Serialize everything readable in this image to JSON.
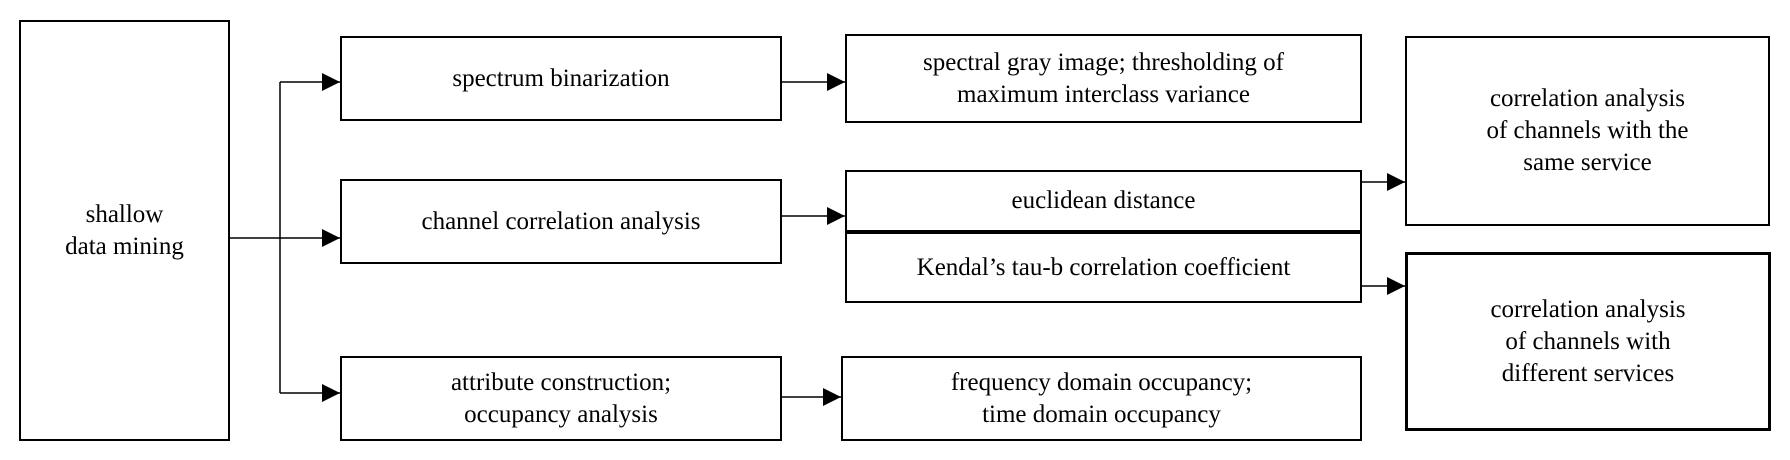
{
  "nodes": {
    "shallow": {
      "label": "shallow\ndata mining"
    },
    "binarization": {
      "label": "spectrum binarization"
    },
    "channel_corr": {
      "label": "channel correlation analysis"
    },
    "attribute": {
      "label": "attribute construction;\noccupancy analysis"
    },
    "spectral": {
      "label": "spectral gray image; thresholding of\nmaximum interclass variance"
    },
    "euclidean": {
      "label": "euclidean distance"
    },
    "kendall": {
      "label": "Kendal’s tau-b correlation coefficient"
    },
    "frequency": {
      "label": "frequency domain occupancy;\ntime domain occupancy"
    },
    "same_service": {
      "label": "correlation analysis\nof channels with the\nsame service"
    },
    "diff_service": {
      "label": "correlation analysis\nof channels with\ndifferent services"
    }
  },
  "edges": [
    {
      "from": "shallow",
      "to": "binarization"
    },
    {
      "from": "shallow",
      "to": "channel_corr"
    },
    {
      "from": "shallow",
      "to": "attribute"
    },
    {
      "from": "binarization",
      "to": "spectral"
    },
    {
      "from": "channel_corr",
      "to": "euclidean"
    },
    {
      "from": "attribute",
      "to": "frequency"
    },
    {
      "from": "euclidean",
      "to": "same_service"
    },
    {
      "from": "kendall",
      "to": "diff_service"
    }
  ]
}
